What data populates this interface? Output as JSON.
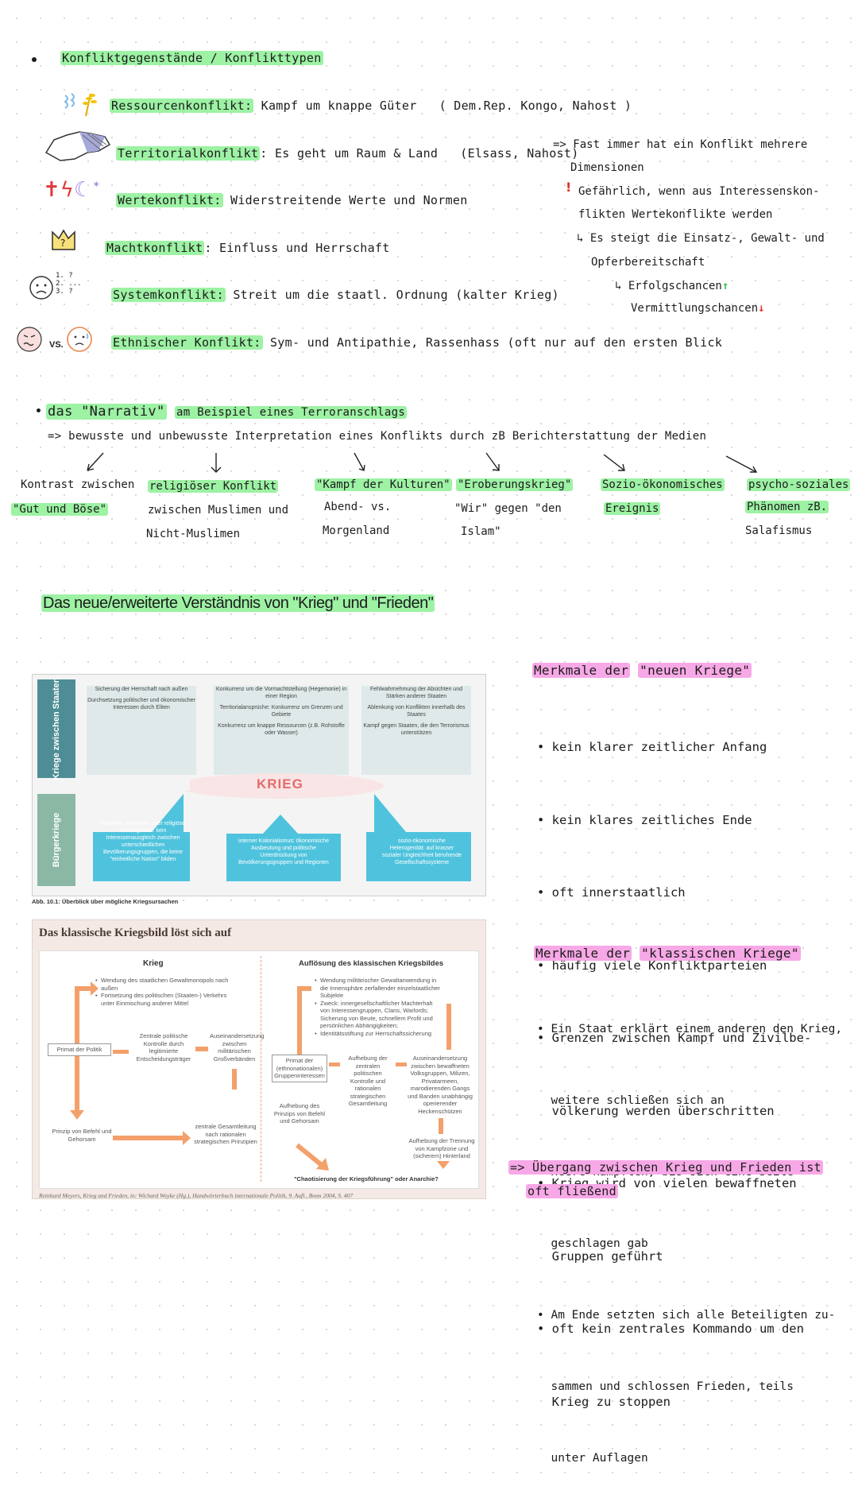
{
  "section1": {
    "title": "Konfliktgegenstände / Konflikttypen",
    "items": [
      {
        "name": "Ressourcenkonflikt:",
        "desc": "Kampf um knappe Güter",
        "example": "( Dem.Rep. Kongo, Nahost )",
        "icon": "wheat-water-icon"
      },
      {
        "name": "Territorialkonflikt",
        "desc": ": Es geht um Raum & Land",
        "example": "(Elsass, Nahost)",
        "icon": "map-territory-icon"
      },
      {
        "name": "Wertekonflikt:",
        "desc": "Widerstreitende Werte und Normen",
        "example": "",
        "icon": "religion-symbols-icon"
      },
      {
        "name": "Machtkonflikt",
        "desc": ": Einfluss und Herrschaft",
        "example": "",
        "icon": "crown-icon"
      },
      {
        "name": "Systemkonflikt:",
        "desc": "Streit um die staatl. Ordnung (kalter Krieg)",
        "example": "",
        "icon": "confused-face-icon"
      },
      {
        "name": "Ethnischer Konflikt:",
        "desc": "Sym- und Antipathie, Rassenhass (oft nur auf den ersten Blick",
        "example": "",
        "icon": "faces-vs-icon"
      }
    ],
    "vs_label": "VS.",
    "list_marks": [
      "1. ?",
      "2. ...",
      "3. ?"
    ],
    "side_notes": {
      "line1": "=> Fast immer hat ein Konflikt mehrere",
      "line2": "Dimensionen",
      "line3": "Gefährlich, wenn aus Interessenskon-",
      "line4": "flikten Wertekonflikte werden",
      "line5": "↳ Es steigt die Einsatz-, Gewalt- und",
      "line6": "Opferbereitschaft",
      "line7": "↳ Erfolgschancen",
      "line8": "Vermittlungschancen"
    }
  },
  "section2": {
    "title_a": "das \"Narrativ\"",
    "title_b": "am Beispiel eines Terroranschlags",
    "subtitle": "=> bewusste und unbewusste Interpretation eines Konflikts durch zB Berichterstattung der Medien",
    "branches": [
      {
        "l1": "Kontrast zwischen",
        "l2": "\"Gut und Böse\"",
        "l3": ""
      },
      {
        "l1": "religiöser Konflikt",
        "l2": "zwischen Muslimen und",
        "l3": "Nicht-Muslimen"
      },
      {
        "l1": "\"Kampf der Kulturen\"",
        "l2": "Abend- vs.",
        "l3": "Morgenland"
      },
      {
        "l1": "\"Eroberungskrieg\"",
        "l2": "\"Wir\" gegen \"den",
        "l3": "Islam\""
      },
      {
        "l1": "Sozio-ökonomisches",
        "l2": "Ereignis",
        "l3": ""
      },
      {
        "l1": "psycho-soziales",
        "l2": "Phänomen zB.",
        "l3": "Salafismus"
      }
    ]
  },
  "section3": {
    "title": "Das neue/erweiterte Verständnis von \"Krieg\" und \"Frieden\""
  },
  "figure1": {
    "side_top": "Kriege zwischen Staaten",
    "side_bottom": "Bürgerkriege",
    "center": "KRIEG",
    "col1": [
      "Sicherung der Herrschaft nach außen",
      "Durchsetzung politischer und ökonomischer Interessen durch Eliten"
    ],
    "col2": [
      "Konkurrenz um die Vormachtstellung (Hegemonie) in einer Region",
      "Territorialansprüche: Konkurrenz um Grenzen und Gebiete",
      "Konkurrenz um knappe Ressourcen (z.B. Rohstoffe oder Wasser)"
    ],
    "col3": [
      "Fehlwahrnehmung der Absichten und Stärken anderer Staaten",
      "Ablenkung von Konflikten innerhalb des Staates",
      "Kampf gegen Staaten, die den Terrorismus unterstützen"
    ],
    "bottom1": "kulturelle, ethnische oder religiöse Heterogenität: kein Interessenausgleich zwischen unterschiedlichen Bevölkerungsgruppen, die keine \"einheitliche Nation\" bilden",
    "bottom2": "interner Kolonialismus: ökonomische Ausbeutung und politische Unterdrückung von Bevölkerungsgruppen und Regionen",
    "bottom3": "sozio-ökonomische Heterogenität: auf krasser sozialer Ungleichheit beruhende Gesellschaftssysteme",
    "caption": "Abb. 10.1: Überblick über mögliche Kriegsursachen"
  },
  "figure2": {
    "title": "Das klassische Kriegsbild löst sich auf",
    "left_title": "Krieg",
    "left_list": [
      "Wendung des staatlichen Gewaltmonopols nach außen",
      "Fortsetzung des politischen (Staaten-) Verkehrs unter Einmischung anderer Mittel"
    ],
    "primat": "Primat der Politik",
    "zentrale": "Zentrale politische Kontrolle durch legitimierte Entscheidungsträger",
    "auseinander": "Auseinandersetzung zwischen militärischen Großverbänden",
    "prinzip": "Prinzip von Befehl und Gehorsam",
    "gesamt": "zentrale Gesamtleitung nach rationalen strategischen Prinzipien",
    "right_title": "Auflösung des klassischen Kriegsbildes",
    "right_list": [
      "Wendung militärischer Gewaltanwendung in die Innensphäre zerfallender einzelstaatlicher Subjekte",
      "Zweck: innergesellschaftlicher Machterhalt von Interessengruppen, Clans, Warlords; Sicherung von Beute, schnellem Profit und persönlichen Abhängigkeiten;",
      "Identitätsstiftung zur Herrschaftssicherung"
    ],
    "primat2": "Primat der (ethnonationalen) Gruppeninteressen",
    "aufhebung1": "Aufhebung der zentralen politischen Kontrolle und rationalen strategischen Gesamtleitung",
    "ause2": "Auseinandersetzung zwischen bewaffneten Volksgruppen, Milizen, Privatarmeen, marodierenden Gangs und Banden unabhängig operierender Heckenschützen",
    "aufhebung2": "Aufhebung des Prinzips von Befehl und Gehorsam",
    "aufhebung3": "Aufhebung der Trennung von Kampfzone und (sicherem) Hinterland",
    "chaos": "\"Chaotisierung der Kriegsführung\" oder Anarchie?",
    "source": "Reinhard Meyers, Krieg und Frieden, in: Wichard Woyke (Hg.), Handwörterbuch internationale Politik, 9. Aufl., Bonn 2004, S. 407"
  },
  "neue_kriege": {
    "title_a": "Merkmale der",
    "title_b": "\"neuen Kriege\"",
    "lines": [
      "• kein klarer zeitlicher Anfang",
      "• kein klares zeitliches Ende",
      "• oft innerstaatlich",
      "• häufig viele Konfliktparteien",
      "• Grenzen zwischen Kampf und Zivilbe-",
      "  völkerung werden überschritten",
      "• Krieg wird von vielen bewaffneten",
      "  Gruppen geführt",
      "• oft kein zentrales Kommando um den",
      "  Krieg zu stoppen"
    ]
  },
  "klassische_kriege": {
    "title_a": "Merkmale der",
    "title_b": "\"klassischen Kriege\"",
    "lines": [
      "• Ein Staat erklärt einem anderen den Krieg,",
      "  weitere schließen sich an",
      "• Heere kämpften, bis sich eine Seite",
      "  geschlagen gab",
      "• Am Ende setzten sich alle Beteiligten zu-",
      "  sammen und schlossen Frieden, teils",
      "  unter Auflagen"
    ]
  },
  "conclusion": {
    "line1": "=> Übergang zwischen Krieg und Frieden ist",
    "line2": "oft fließend"
  }
}
